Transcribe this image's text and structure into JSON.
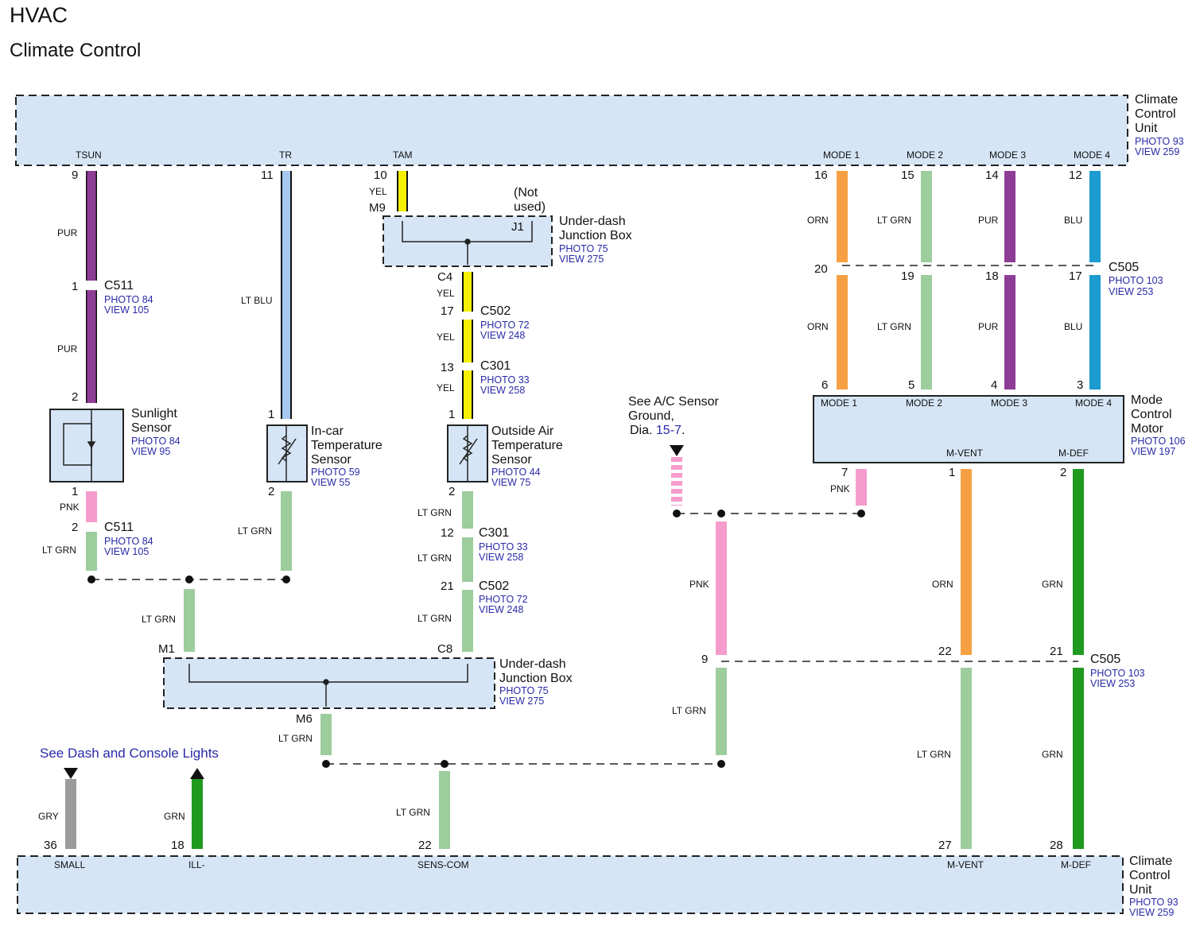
{
  "header": {
    "title": "HVAC",
    "subtitle": "Climate Control"
  },
  "top_unit": {
    "label": "Climate\nControl\nUnit",
    "photo": "PHOTO 93",
    "view": "VIEW 259",
    "terms": [
      "TSUN",
      "TR",
      "TAM",
      "MODE 1",
      "MODE 2",
      "MODE 3",
      "MODE 4"
    ]
  },
  "bottom_unit": {
    "label": "Climate\nControl\nUnit",
    "photo": "PHOTO 93",
    "view": "VIEW 259",
    "terms": [
      "SMALL",
      "ILL-",
      "SENS-COM",
      "M-VENT",
      "M-DEF"
    ]
  },
  "jb_top": {
    "label": "Under-dash\nJunction Box",
    "photo": "PHOTO 75",
    "view": "VIEW 275",
    "pins": [
      "M9",
      "J1",
      "C4"
    ],
    "note": "(Not\nused)"
  },
  "jb_bottom": {
    "label": "Under-dash\nJunction Box",
    "photo": "PHOTO 75",
    "view": "VIEW 275",
    "pins": [
      "M1",
      "C8",
      "M6"
    ]
  },
  "sunlight": {
    "label": "Sunlight\nSensor",
    "photo": "PHOTO 84",
    "view": "VIEW 95"
  },
  "incar": {
    "label": "In-car\nTemperature\nSensor",
    "photo": "PHOTO 59",
    "view": "VIEW 55"
  },
  "outside": {
    "label": "Outside Air\nTemperature\nSensor",
    "photo": "PHOTO 44",
    "view": "VIEW 75"
  },
  "motor": {
    "label": "Mode\nControl\nMotor",
    "photo": "PHOTO 106",
    "view": "VIEW 197",
    "terms": [
      "MODE 1",
      "MODE 2",
      "MODE 3",
      "MODE 4",
      "M-VENT",
      "M-DEF"
    ]
  },
  "connectors": {
    "c511a": {
      "name": "C511",
      "photo": "PHOTO 84",
      "view": "VIEW 105"
    },
    "c511b": {
      "name": "C511",
      "photo": "PHOTO 84",
      "view": "VIEW 105"
    },
    "c502a": {
      "name": "C502",
      "photo": "PHOTO 72",
      "view": "VIEW 248"
    },
    "c301a": {
      "name": "C301",
      "photo": "PHOTO 33",
      "view": "VIEW 258"
    },
    "c301b": {
      "name": "C301",
      "photo": "PHOTO 33",
      "view": "VIEW 258"
    },
    "c502b": {
      "name": "C502",
      "photo": "PHOTO 72",
      "view": "VIEW 248"
    },
    "c505a": {
      "name": "C505",
      "photo": "PHOTO 103",
      "view": "VIEW 253"
    },
    "c505b": {
      "name": "C505",
      "photo": "PHOTO 103",
      "view": "VIEW 253"
    }
  },
  "notes": {
    "ac_ground_line1": "See A/C Sensor",
    "ac_ground_line2": "Ground,",
    "ac_ground_dia": "Dia.",
    "ac_ground_link": "15-7",
    "ac_ground_end": ".",
    "dash_lights": "See Dash and Console Lights"
  },
  "pins": {
    "p9": "9",
    "p11": "11",
    "p10": "10",
    "p16": "16",
    "p15": "15",
    "p14": "14",
    "p12": "12",
    "p1a": "1",
    "p2a": "2",
    "p1b": "1",
    "p2b": "2",
    "p1c": "1",
    "p2c": "2",
    "p1d": "1",
    "p2d": "2",
    "p17a": "17",
    "p13": "13",
    "p12b": "12",
    "p21a": "21",
    "p20": "20",
    "p19": "19",
    "p18": "18",
    "p17b": "17",
    "p6": "6",
    "p5": "5",
    "p4": "4",
    "p3": "3",
    "p7": "7",
    "p1e": "1",
    "p2e": "2",
    "p9b": "9",
    "p22a": "22",
    "p21b": "21",
    "p36": "36",
    "p18b": "18",
    "p22b": "22",
    "p27": "27",
    "p28": "28"
  },
  "wires": {
    "pur": "PUR",
    "ltblu": "LT BLU",
    "yel": "YEL",
    "orn": "ORN",
    "ltgrn": "LT GRN",
    "blu": "BLU",
    "pnk": "PNK",
    "grn": "GRN",
    "gry": "GRY"
  },
  "colors": {
    "panel": "#d5e5f6",
    "pur": "#8e3d96",
    "ltblu": "#a6c8ee",
    "yel": "#f4f000",
    "orn": "#f7a043",
    "ltgrn": "#9dcc9d",
    "blu": "#1b9bd0",
    "pnk": "#f59ccd",
    "grn": "#1f9a1f",
    "gry": "#9b9b9b"
  }
}
